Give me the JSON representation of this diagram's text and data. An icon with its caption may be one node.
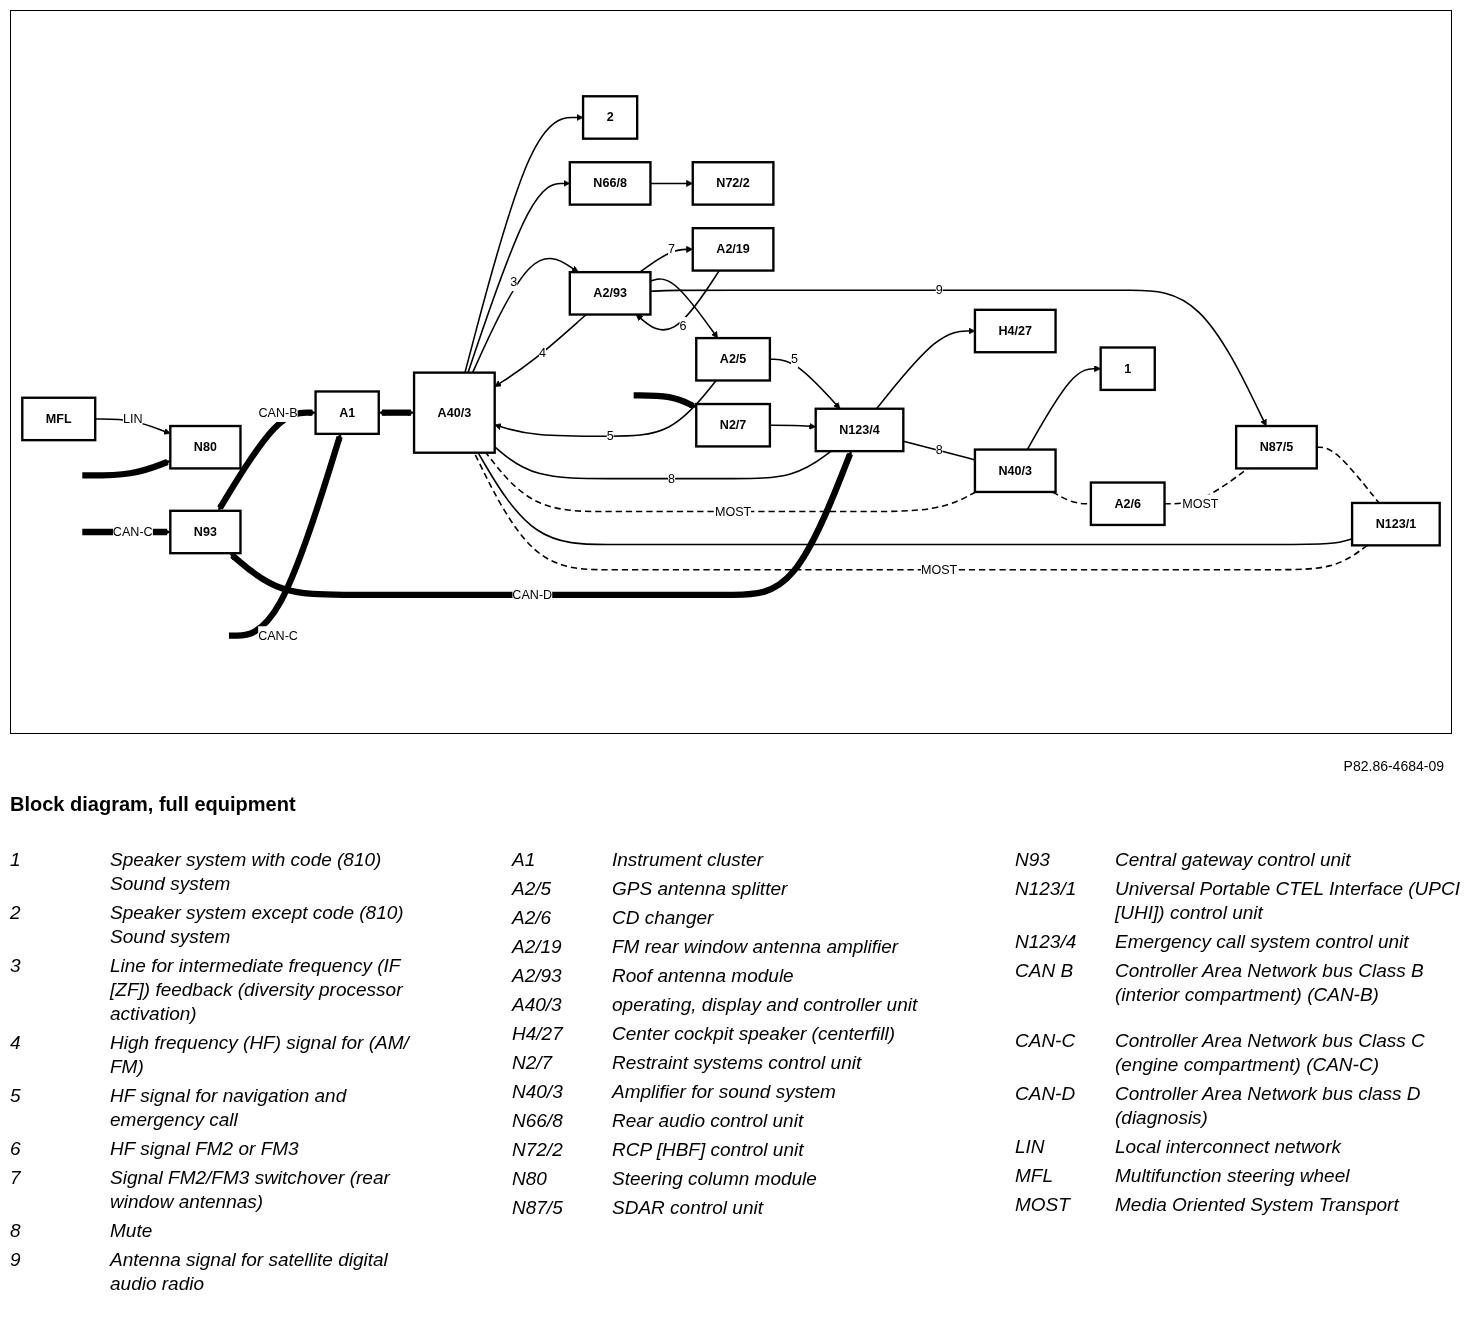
{
  "diagram": {
    "title": "Block diagram, full equipment",
    "nodes": [
      {
        "text": [
          "N80"
        ]
      },
      {
        "text": [
          "MFL"
        ]
      },
      {
        "text": [
          "A1"
        ]
      },
      {
        "text": [
          "N93"
        ]
      },
      {
        "text": [
          "N72/2"
        ]
      },
      {
        "text": [
          "N2/7"
        ]
      },
      {
        "text": [
          "2"
        ]
      },
      {
        "text": [
          "N66/8"
        ]
      },
      {
        "text": [
          "A40/3"
        ]
      },
      {
        "text": [
          "N123/4"
        ]
      },
      {
        "text": [
          "H4/27"
        ]
      },
      {
        "text": [
          "A2/93"
        ]
      },
      {
        "text": [
          "A2/19"
        ]
      },
      {
        "text": [
          "N40/3"
        ]
      },
      {
        "text": [
          "1"
        ]
      },
      {
        "text": [
          "A2/5"
        ]
      },
      {
        "text": [
          "A2/6"
        ]
      },
      {
        "text": [
          "N87/5"
        ]
      },
      {
        "text": [
          "N123/1"
        ]
      }
    ],
    "edges": [
      {
        "from": 1,
        "to": 0,
        "arrow": "to",
        "label": "LIN"
      },
      {
        "from": null,
        "to": 3,
        "arrow": "to",
        "label": "CAN-C",
        "style": "thick"
      },
      {
        "from": null,
        "to": 0,
        "arrow": "to",
        "style": "thick"
      },
      {
        "from": null,
        "to": 5,
        "arrow": "to",
        "style": "thick"
      },
      {
        "from": null,
        "to": 2,
        "arrow": "to",
        "label": "CAN-C",
        "style": "thick"
      },
      {
        "from": 3,
        "to": 2,
        "arrow": "both",
        "label": "CAN-B",
        "style": "thick"
      },
      {
        "from": 2,
        "to": 8,
        "arrow": "both",
        "style": "thick"
      },
      {
        "from": 3,
        "to": 9,
        "arrow": "both",
        "label": "CAN-D",
        "style": "thick"
      },
      {
        "from": 5,
        "to": 9,
        "arrow": "to"
      },
      {
        "from": 9,
        "to": 10,
        "arrow": "to"
      },
      {
        "from": 8,
        "to": 6,
        "arrow": "to"
      },
      {
        "from": 8,
        "to": 7,
        "arrow": "to"
      },
      {
        "from": 7,
        "to": 4,
        "arrow": "to"
      },
      {
        "from": 8,
        "to": 11,
        "arrow": "to",
        "label": "3"
      },
      {
        "from": 11,
        "to": 8,
        "arrow": "to",
        "label": "4"
      },
      {
        "from": 12,
        "to": 11,
        "arrow": "to",
        "label": "6"
      },
      {
        "from": 11,
        "to": 12,
        "arrow": "to",
        "label": "7"
      },
      {
        "from": 11,
        "to": 15,
        "arrow": "to"
      },
      {
        "from": 15,
        "to": 8,
        "arrow": "to",
        "label": "5"
      },
      {
        "from": 15,
        "to": 9,
        "arrow": "to",
        "label": "5"
      },
      {
        "from": 11,
        "to": 17,
        "arrow": "to",
        "label": "9"
      },
      {
        "from": 9,
        "to": 8,
        "arrow": "none",
        "label": "8"
      },
      {
        "from": 18,
        "to": 8,
        "arrow": "none"
      },
      {
        "from": 9,
        "to": 13,
        "arrow": "none",
        "label": "8"
      },
      {
        "from": 13,
        "to": 8,
        "arrow": "none",
        "label": "MOST",
        "style": "dashed"
      },
      {
        "from": 13,
        "to": 14,
        "arrow": "to"
      },
      {
        "from": 13,
        "to": 16,
        "arrow": "none",
        "style": "dashed"
      },
      {
        "from": 16,
        "to": 17,
        "arrow": "none",
        "label": "MOST",
        "style": "dashed"
      },
      {
        "from": 17,
        "to": 18,
        "arrow": "none",
        "style": "dashed"
      },
      {
        "from": 18,
        "to": 8,
        "arrow": "none",
        "label": "MOST",
        "style": "dashed"
      }
    ],
    "labels": [
      "P82.86-4684-09",
      "1",
      "Speaker system with code (810) Sound system",
      "2",
      "Speaker system except code (810) Sound system",
      "3",
      "Line for intermediate frequency (IF [ZF]) feedback (diversity processor activation)",
      "4",
      "High frequency (HF) signal for (AM/ FM)",
      "5",
      "HF signal for navigation and emergency call",
      "6",
      "HF signal FM2 or FM3",
      "7",
      "Signal FM2/FM3 switchover (rear window antennas)",
      "8",
      "Mute",
      "9",
      "Antenna signal for satellite digital audio radio",
      "A1",
      "Instrument cluster",
      "A2/5",
      "GPS antenna splitter",
      "A2/6",
      "CD changer",
      "A2/19",
      "FM rear window antenna amplifier",
      "A2/93",
      "Roof antenna module",
      "A40/3",
      "operating, display and controller unit",
      "H4/27",
      "Center cockpit speaker (centerfill)",
      "N2/7",
      "Restraint systems control unit",
      "N40/3",
      "Amplifier for sound system",
      "N66/8",
      "Rear audio control unit",
      "N72/2",
      "RCP [HBF] control unit",
      "N80",
      "Steering column module",
      "N87/5",
      "SDAR control unit",
      "N93",
      "Central gateway control unit",
      "N123/1",
      "Universal Portable CTEL Interface (UPCI [UHI]) control unit",
      "N123/4",
      "Emergency call system control unit",
      "CAN B",
      "Controller Area Network bus Class B (interior compartment) (CAN-B)",
      "CAN-C",
      "Controller Area Network bus Class C (engine compartment) (CAN-C)",
      "CAN-D",
      "Controller Area Network bus class D (diagnosis)",
      "LIN",
      "Local interconnect network",
      "MFL",
      "Multifunction steering wheel",
      "MOST",
      "Media Oriented System Transport"
    ]
  }
}
